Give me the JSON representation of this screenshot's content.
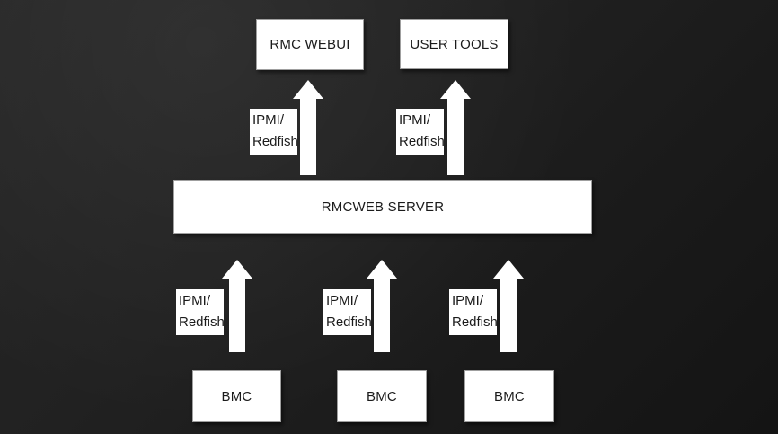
{
  "slide": {
    "colors": {
      "background_dark": "#161616",
      "background_light": "#272727",
      "node_fill": "#ffffff",
      "node_border": "#9f9f9f",
      "node_text": "#1b1b1b",
      "arrow_fill": "#ffffff"
    },
    "nodes": {
      "rmc_webui": "RMC WEBUI",
      "user_tools": "USER TOOLS",
      "rmcweb_server": "RMCWEB SERVER",
      "bmc_left": "BMC",
      "bmc_middle": "BMC",
      "bmc_right": "BMC"
    },
    "protocol_labels": [
      {
        "line1": "IPMI/",
        "line2": "Redfish"
      },
      {
        "line1": "IPMI/",
        "line2": "Redfish"
      },
      {
        "line1": "IPMI/",
        "line2": "Redfish"
      },
      {
        "line1": "IPMI/",
        "line2": "Redfish"
      },
      {
        "line1": "IPMI/",
        "line2": "Redfish"
      }
    ]
  }
}
